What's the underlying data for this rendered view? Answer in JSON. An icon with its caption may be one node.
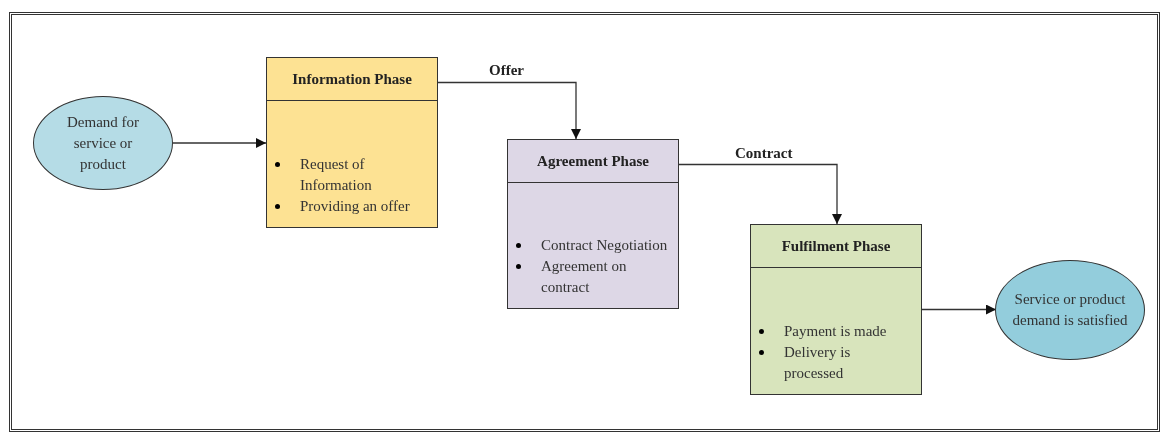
{
  "diagram": {
    "nodes": [
      {
        "text": [
          "Demand for service or product"
        ]
      },
      {
        "text": [
          "Information Phase",
          "Request of Information",
          "Providing an offer"
        ]
      },
      {
        "text": [
          "Agreement Phase",
          "Contract Negotiation",
          "Agreement on contract"
        ]
      },
      {
        "text": [
          "Fulfilment Phase",
          "Payment is made",
          "Delivery is processed"
        ]
      },
      {
        "text": [
          "Service or product demand is satisfied"
        ]
      }
    ],
    "edges": [
      {
        "from": 0,
        "to": 1,
        "arrow": "to"
      },
      {
        "from": 1,
        "to": 2,
        "arrow": "to",
        "label": "Offer"
      },
      {
        "from": 2,
        "to": 3,
        "arrow": "to",
        "label": "Contract"
      },
      {
        "from": 3,
        "to": 4,
        "arrow": "to"
      }
    ]
  }
}
